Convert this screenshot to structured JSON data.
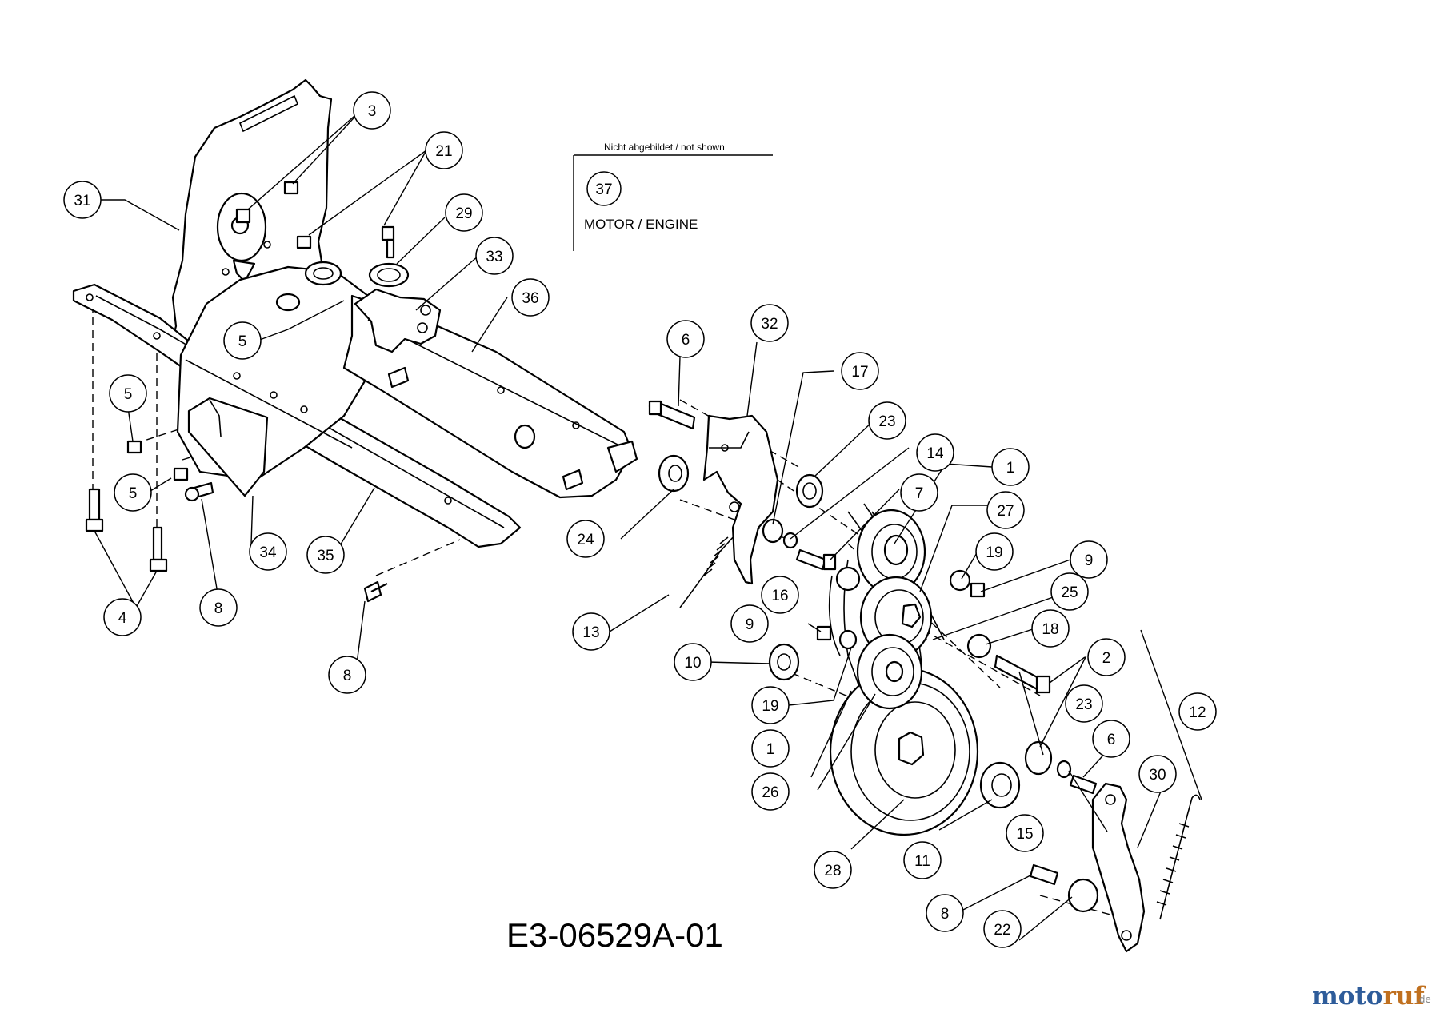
{
  "note": {
    "title": "Nicht abgebildet / not shown",
    "callout": "37",
    "text": "MOTOR / ENGINE"
  },
  "drawing_code": "E3-06529A-01",
  "brand": {
    "name_a": "moto",
    "name_b": "ruf",
    "suffix": ".de",
    "color_a": "#2e5c9a",
    "color_b": "#c0701f"
  },
  "callouts": [
    "3",
    "21",
    "29",
    "33",
    "36",
    "31",
    "5",
    "5",
    "5",
    "34",
    "35",
    "4",
    "8",
    "8",
    "6",
    "32",
    "17",
    "23",
    "14",
    "1",
    "7",
    "27",
    "19",
    "9",
    "25",
    "24",
    "13",
    "16",
    "9",
    "18",
    "2",
    "10",
    "19",
    "1",
    "26",
    "23",
    "6",
    "12",
    "30",
    "28",
    "11",
    "15",
    "8",
    "22"
  ]
}
